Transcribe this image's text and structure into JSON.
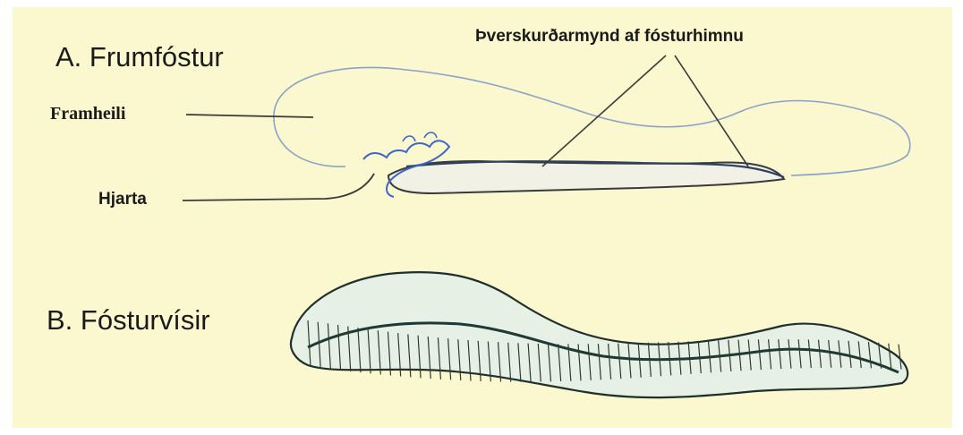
{
  "section_a": {
    "title": "A. Frumfóstur",
    "labels": {
      "forebrain": "Framheili",
      "heart": "Hjarta",
      "membrane_section": "Þverskurðarmynd af fósturhimnu"
    }
  },
  "section_b": {
    "title": "B. Fósturvísir"
  },
  "colors": {
    "background": "#fbf7cf",
    "outline": "#7f9bc2",
    "heart": "#3b67c8",
    "embryo_fill": "#e6f0e4",
    "embryo_stroke": "#1f2f2c"
  }
}
